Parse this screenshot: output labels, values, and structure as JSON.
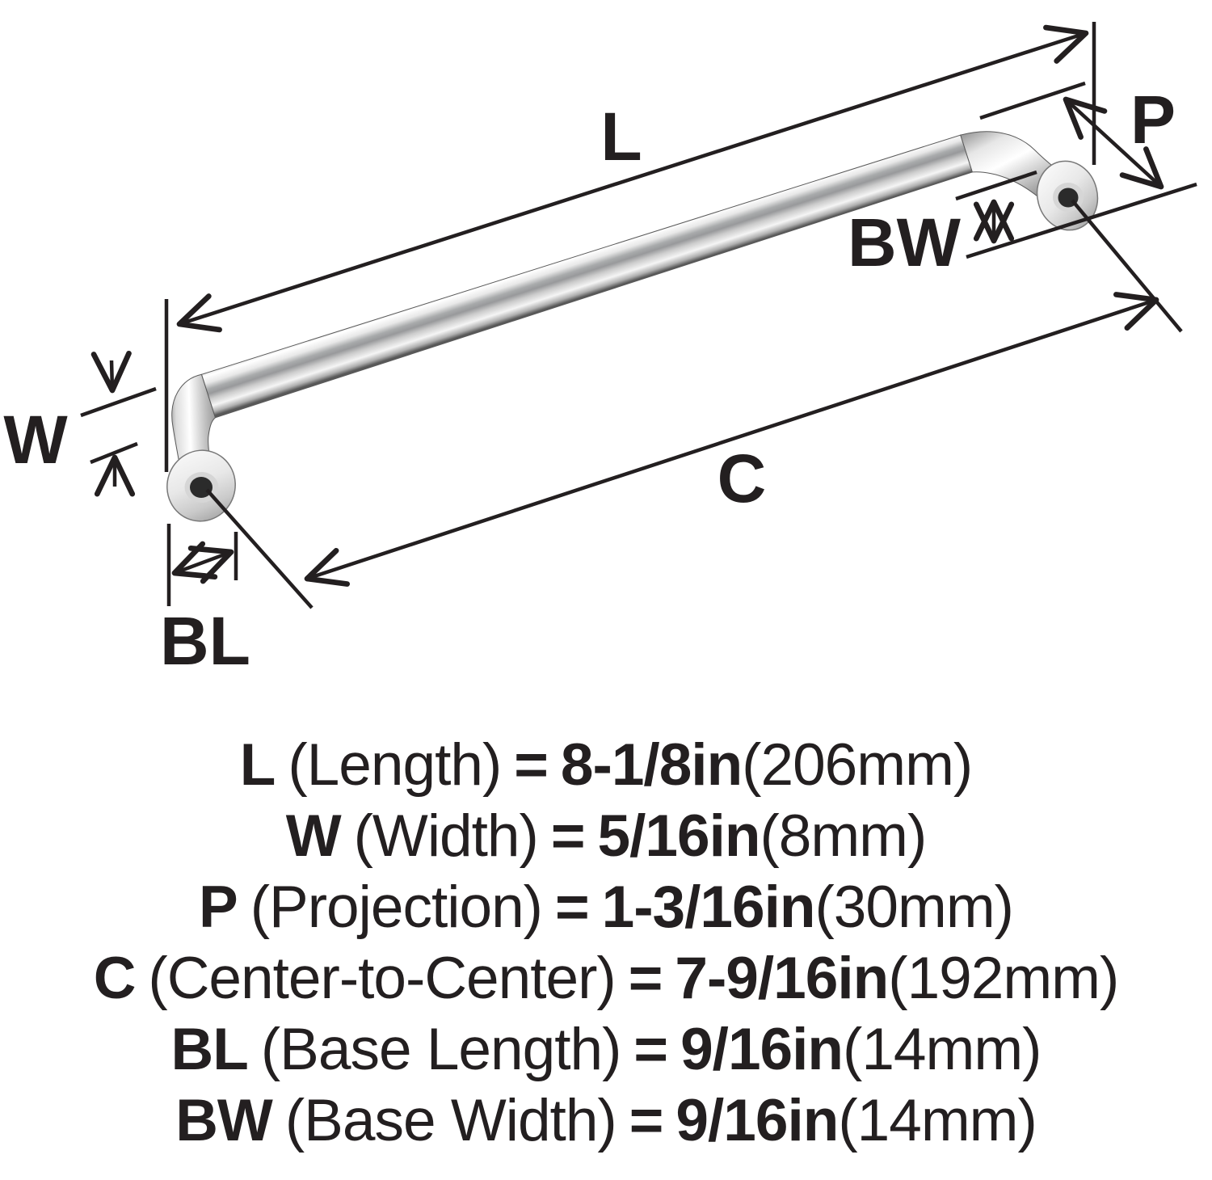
{
  "diagram": {
    "labels": {
      "L": "L",
      "W": "W",
      "P": "P",
      "C": "C",
      "BL": "BL",
      "BW": "BW"
    },
    "subject": "cabinet pull handle with two round mounting bases",
    "colors": {
      "ink": "#231f20",
      "background": "#ffffff",
      "metal_highlight": "#ffffff",
      "metal_mid": "#c9c9c9",
      "metal_shadow": "#6e6e6e",
      "hole": "#2b2b2b"
    }
  },
  "specs": [
    {
      "symbol": "L",
      "name": "(Length)",
      "equals": "=",
      "value": "8-1/8in",
      "metric": "(206mm)"
    },
    {
      "symbol": "W",
      "name": "(Width)",
      "equals": "=",
      "value": "5/16in",
      "metric": "(8mm)"
    },
    {
      "symbol": "P",
      "name": "(Projection)",
      "equals": "=",
      "value": "1-3/16in",
      "metric": "(30mm)"
    },
    {
      "symbol": "C",
      "name": "(Center-to-Center)",
      "equals": "=",
      "value": "7-9/16in",
      "metric": "(192mm)"
    },
    {
      "symbol": "BL",
      "name": "(Base Length)",
      "equals": "=",
      "value": "9/16in",
      "metric": "(14mm)"
    },
    {
      "symbol": "BW",
      "name": "(Base Width)",
      "equals": "=",
      "value": "9/16in",
      "metric": "(14mm)"
    }
  ]
}
